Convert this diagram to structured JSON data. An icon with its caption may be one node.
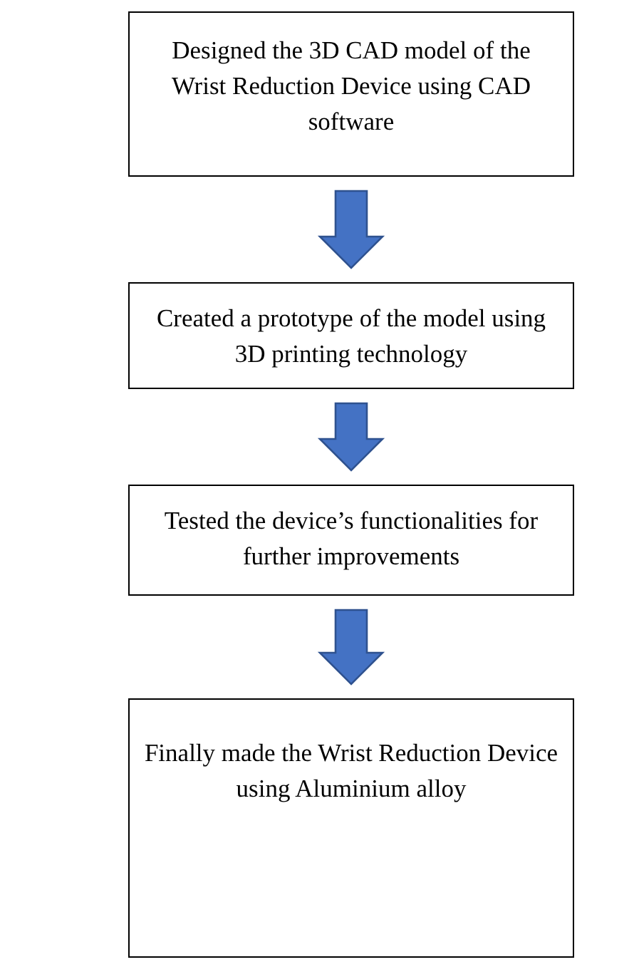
{
  "diagram": {
    "nodes": [
      {
        "text": [
          "Designed the 3D CAD model of the Wrist Reduction Device using CAD software"
        ]
      },
      {
        "text": [
          "Created a prototype of the model using 3D printing technology"
        ]
      },
      {
        "text": [
          "Tested the device’s functionalities for further improvements"
        ]
      },
      {
        "text": [
          "Finally made the Wrist Reduction Device using Aluminium alloy"
        ]
      }
    ],
    "edges": [
      {
        "from": 0,
        "to": 1,
        "arrow": "to"
      },
      {
        "from": 1,
        "to": 2,
        "arrow": "to"
      },
      {
        "from": 2,
        "to": 3,
        "arrow": "to"
      }
    ]
  }
}
